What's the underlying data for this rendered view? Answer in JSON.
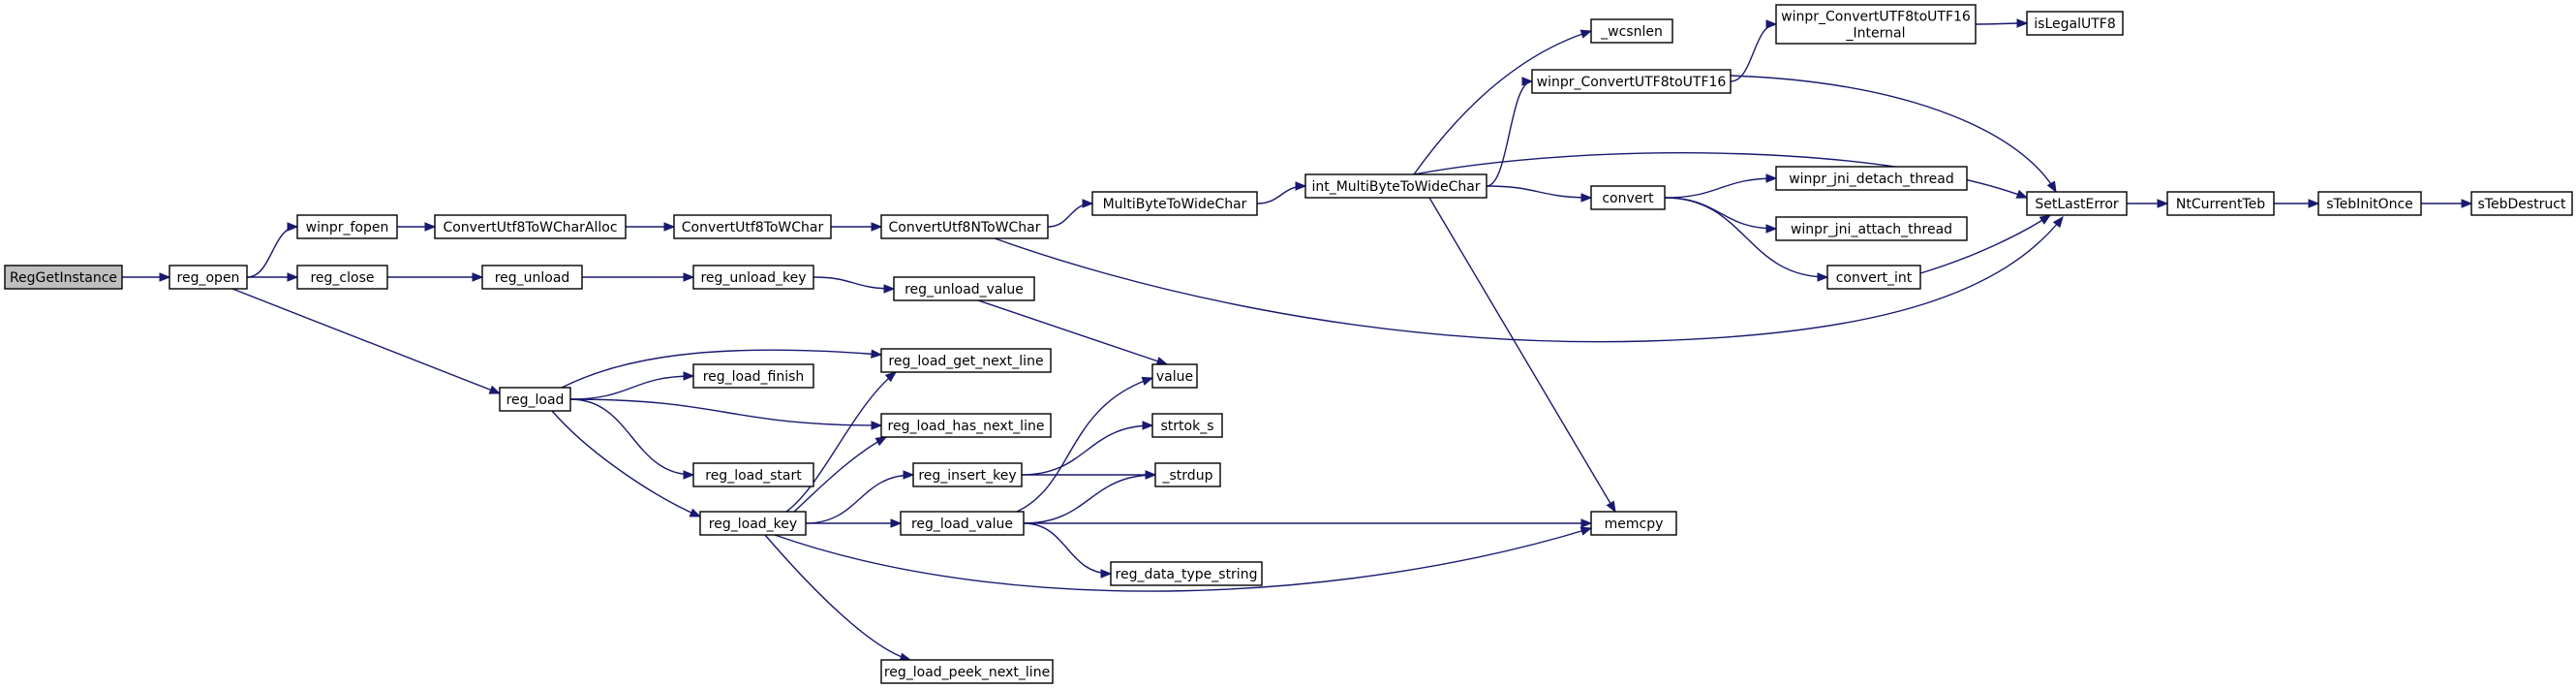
{
  "colors": {
    "edge": "#191970",
    "node_fill": "#ffffff",
    "root_fill": "#bfbfbf",
    "node_border": "#000000"
  },
  "nodes": [
    {
      "id": "RegGetInstance",
      "label": "RegGetInstance",
      "root": true
    },
    {
      "id": "reg_open",
      "label": "reg_open"
    },
    {
      "id": "winpr_fopen",
      "label": "winpr_fopen"
    },
    {
      "id": "reg_close",
      "label": "reg_close"
    },
    {
      "id": "reg_load",
      "label": "reg_load"
    },
    {
      "id": "ConvertUtf8ToWCharAlloc",
      "label": "ConvertUtf8ToWCharAlloc"
    },
    {
      "id": "ConvertUtf8ToWChar",
      "label": "ConvertUtf8ToWChar"
    },
    {
      "id": "ConvertUtf8NToWChar",
      "label": "ConvertUtf8NToWChar"
    },
    {
      "id": "MultiByteToWideChar",
      "label": "MultiByteToWideChar"
    },
    {
      "id": "int_MultiByteToWideChar",
      "label": "int_MultiByteToWideChar"
    },
    {
      "id": "_wcsnlen",
      "label": "_wcsnlen"
    },
    {
      "id": "winpr_ConvertUTF8toUTF16",
      "label": "winpr_ConvertUTF8toUTF16"
    },
    {
      "id": "winpr_ConvertUTF8toUTF16_Internal",
      "label": "winpr_ConvertUTF8toUTF16\n_Internal"
    },
    {
      "id": "isLegalUTF8",
      "label": "isLegalUTF8"
    },
    {
      "id": "convert",
      "label": "convert"
    },
    {
      "id": "winpr_jni_detach_thread",
      "label": "winpr_jni_detach_thread"
    },
    {
      "id": "winpr_jni_attach_thread",
      "label": "winpr_jni_attach_thread"
    },
    {
      "id": "convert_int",
      "label": "convert_int"
    },
    {
      "id": "SetLastError",
      "label": "SetLastError"
    },
    {
      "id": "NtCurrentTeb",
      "label": "NtCurrentTeb"
    },
    {
      "id": "sTebInitOnce",
      "label": "sTebInitOnce"
    },
    {
      "id": "sTebDestruct",
      "label": "sTebDestruct"
    },
    {
      "id": "reg_unload",
      "label": "reg_unload"
    },
    {
      "id": "reg_unload_key",
      "label": "reg_unload_key"
    },
    {
      "id": "reg_unload_value",
      "label": "reg_unload_value"
    },
    {
      "id": "value",
      "label": "value"
    },
    {
      "id": "reg_load_get_next_line",
      "label": "reg_load_get_next_line"
    },
    {
      "id": "reg_load_finish",
      "label": "reg_load_finish"
    },
    {
      "id": "reg_load_has_next_line",
      "label": "reg_load_has_next_line"
    },
    {
      "id": "reg_load_start",
      "label": "reg_load_start"
    },
    {
      "id": "reg_load_key",
      "label": "reg_load_key"
    },
    {
      "id": "strtok_s",
      "label": "strtok_s"
    },
    {
      "id": "reg_insert_key",
      "label": "reg_insert_key"
    },
    {
      "id": "_strdup",
      "label": "_strdup"
    },
    {
      "id": "reg_load_value",
      "label": "reg_load_value"
    },
    {
      "id": "memcpy",
      "label": "memcpy"
    },
    {
      "id": "reg_data_type_string",
      "label": "reg_data_type_string"
    },
    {
      "id": "reg_load_peek_next_line",
      "label": "reg_load_peek_next_line"
    }
  ],
  "edges": [
    {
      "from": "RegGetInstance",
      "to": "reg_open"
    },
    {
      "from": "reg_open",
      "to": "winpr_fopen"
    },
    {
      "from": "reg_open",
      "to": "reg_close"
    },
    {
      "from": "reg_open",
      "to": "reg_load"
    },
    {
      "from": "winpr_fopen",
      "to": "ConvertUtf8ToWCharAlloc"
    },
    {
      "from": "ConvertUtf8ToWCharAlloc",
      "to": "ConvertUtf8ToWChar"
    },
    {
      "from": "ConvertUtf8ToWChar",
      "to": "ConvertUtf8NToWChar"
    },
    {
      "from": "ConvertUtf8NToWChar",
      "to": "MultiByteToWideChar"
    },
    {
      "from": "ConvertUtf8NToWChar",
      "to": "SetLastError"
    },
    {
      "from": "MultiByteToWideChar",
      "to": "int_MultiByteToWideChar"
    },
    {
      "from": "int_MultiByteToWideChar",
      "to": "_wcsnlen"
    },
    {
      "from": "int_MultiByteToWideChar",
      "to": "winpr_ConvertUTF8toUTF16"
    },
    {
      "from": "int_MultiByteToWideChar",
      "to": "SetLastError"
    },
    {
      "from": "int_MultiByteToWideChar",
      "to": "convert"
    },
    {
      "from": "int_MultiByteToWideChar",
      "to": "memcpy"
    },
    {
      "from": "winpr_ConvertUTF8toUTF16",
      "to": "winpr_ConvertUTF8toUTF16_Internal"
    },
    {
      "from": "winpr_ConvertUTF8toUTF16",
      "to": "SetLastError"
    },
    {
      "from": "winpr_ConvertUTF8toUTF16_Internal",
      "to": "isLegalUTF8"
    },
    {
      "from": "convert",
      "to": "winpr_jni_detach_thread"
    },
    {
      "from": "convert",
      "to": "winpr_jni_attach_thread"
    },
    {
      "from": "convert",
      "to": "convert_int"
    },
    {
      "from": "convert_int",
      "to": "SetLastError"
    },
    {
      "from": "SetLastError",
      "to": "NtCurrentTeb"
    },
    {
      "from": "NtCurrentTeb",
      "to": "sTebInitOnce"
    },
    {
      "from": "sTebInitOnce",
      "to": "sTebDestruct"
    },
    {
      "from": "reg_close",
      "to": "reg_unload"
    },
    {
      "from": "reg_unload",
      "to": "reg_unload_key"
    },
    {
      "from": "reg_unload_key",
      "to": "reg_unload_value"
    },
    {
      "from": "reg_unload_value",
      "to": "value"
    },
    {
      "from": "reg_load",
      "to": "reg_load_get_next_line"
    },
    {
      "from": "reg_load",
      "to": "reg_load_finish"
    },
    {
      "from": "reg_load",
      "to": "reg_load_has_next_line"
    },
    {
      "from": "reg_load",
      "to": "reg_load_start"
    },
    {
      "from": "reg_load",
      "to": "reg_load_key"
    },
    {
      "from": "reg_load_key",
      "to": "reg_load_get_next_line"
    },
    {
      "from": "reg_load_key",
      "to": "reg_load_has_next_line"
    },
    {
      "from": "reg_load_key",
      "to": "reg_insert_key"
    },
    {
      "from": "reg_load_key",
      "to": "reg_load_value"
    },
    {
      "from": "reg_load_key",
      "to": "memcpy"
    },
    {
      "from": "reg_load_key",
      "to": "reg_load_peek_next_line"
    },
    {
      "from": "reg_insert_key",
      "to": "strtok_s"
    },
    {
      "from": "reg_insert_key",
      "to": "_strdup"
    },
    {
      "from": "reg_load_value",
      "to": "value"
    },
    {
      "from": "reg_load_value",
      "to": "_strdup"
    },
    {
      "from": "reg_load_value",
      "to": "memcpy"
    },
    {
      "from": "reg_load_value",
      "to": "reg_data_type_string"
    }
  ]
}
